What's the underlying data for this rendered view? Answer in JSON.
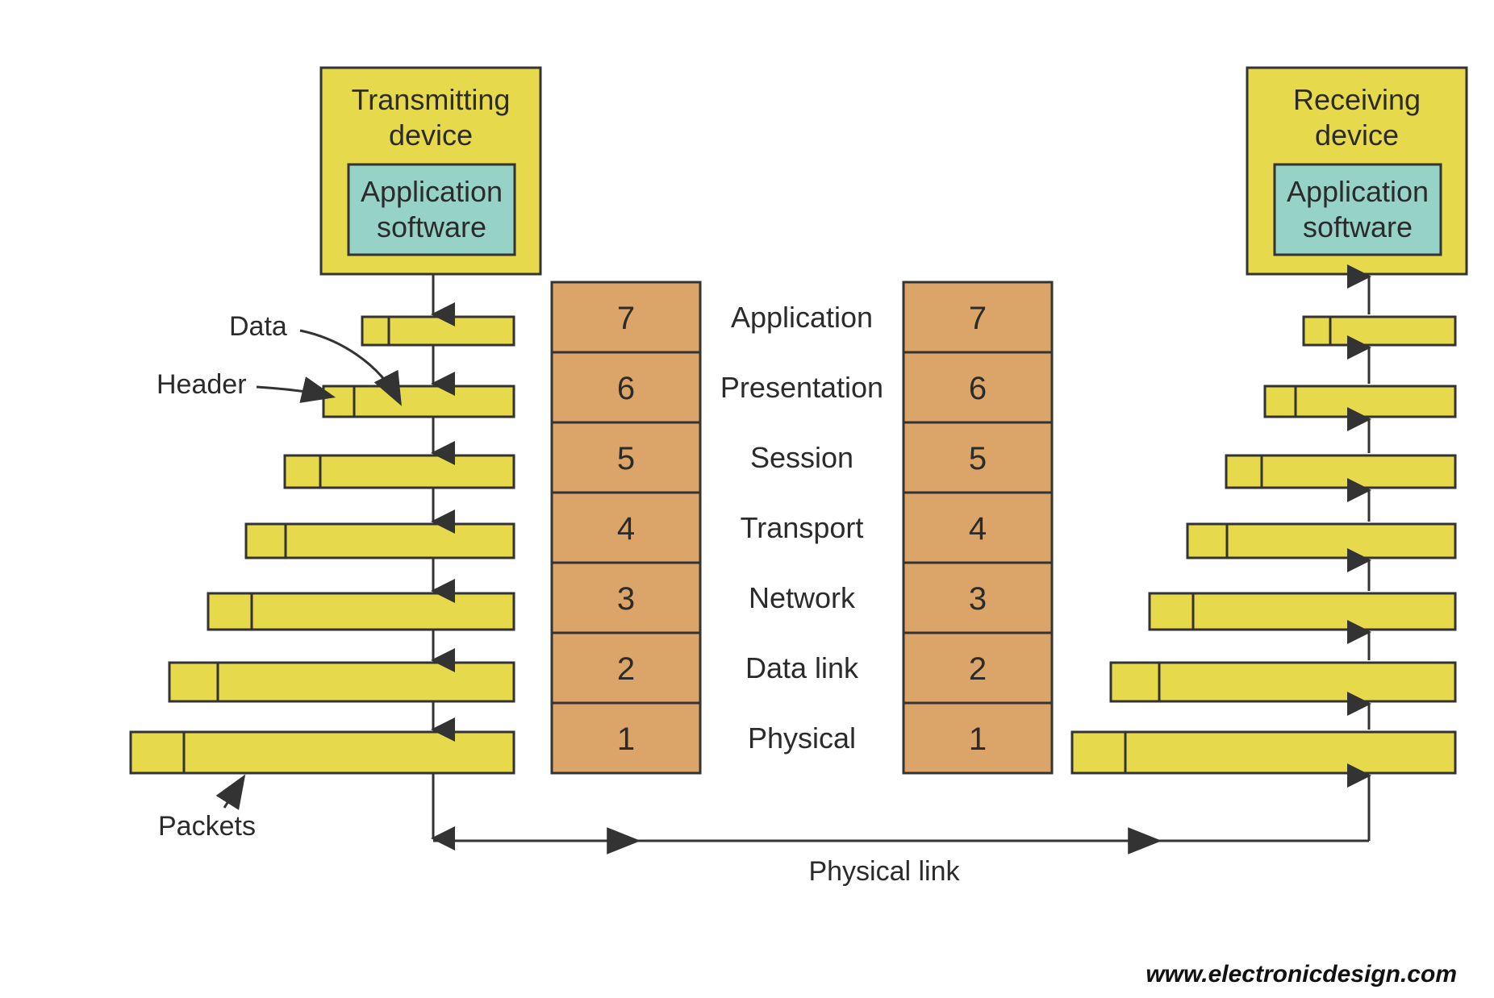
{
  "transmitting": {
    "title_line1": "Transmitting",
    "title_line2": "device",
    "app_line1": "Application",
    "app_line2": "software"
  },
  "receiving": {
    "title_line1": "Receiving",
    "title_line2": "device",
    "app_line1": "Application",
    "app_line2": "software"
  },
  "layers": [
    {
      "number": "7",
      "name": "Application"
    },
    {
      "number": "6",
      "name": "Presentation"
    },
    {
      "number": "5",
      "name": "Session"
    },
    {
      "number": "4",
      "name": "Transport"
    },
    {
      "number": "3",
      "name": "Network"
    },
    {
      "number": "2",
      "name": "Data link"
    },
    {
      "number": "1",
      "name": "Physical"
    }
  ],
  "callouts": {
    "data": "Data",
    "header": "Header",
    "packets": "Packets",
    "physical_link": "Physical link"
  },
  "footer": {
    "url": "www.electronicdesign.com"
  },
  "colors": {
    "device_box": "#e6d94b",
    "app_box": "#96d3c6",
    "layer_box": "#dba468",
    "packet": "#e6d94b",
    "stroke": "#333333"
  }
}
